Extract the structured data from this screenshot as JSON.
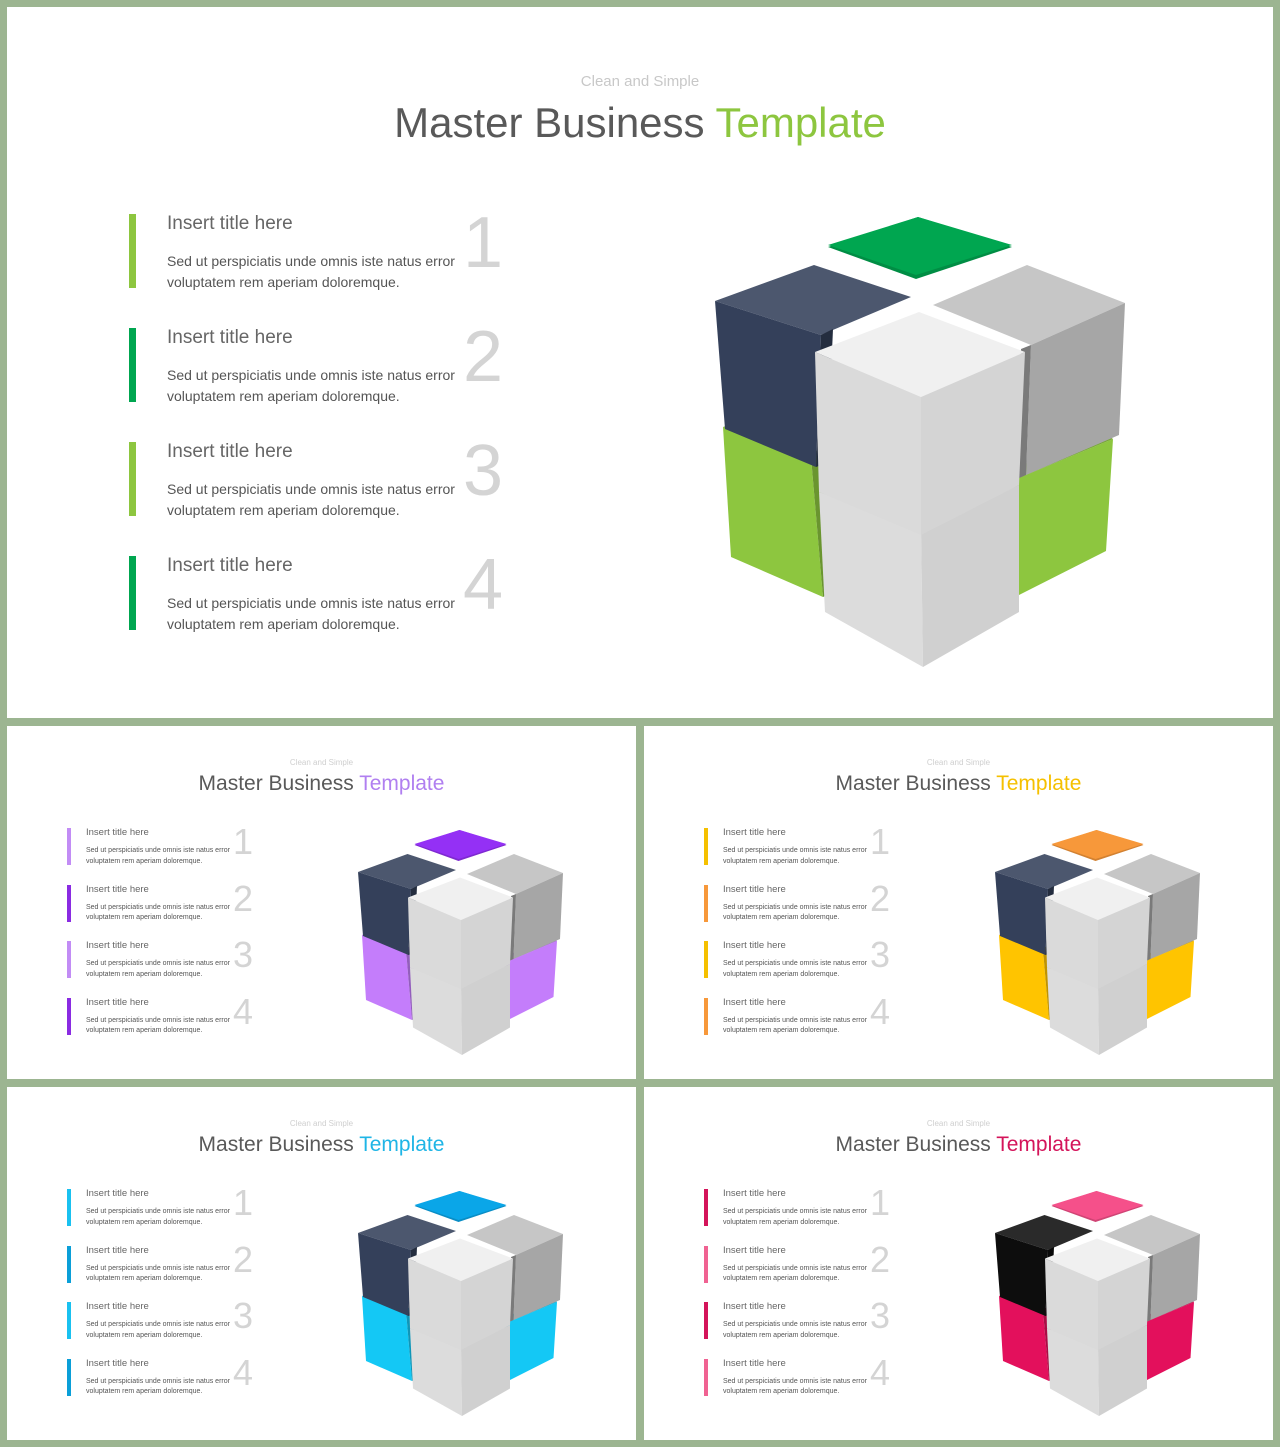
{
  "main": {
    "subtitle": "Clean and Simple",
    "title_a": "Master Business",
    "title_b": "Template",
    "accent": "#8dc63f",
    "items": [
      {
        "title": "Insert title here",
        "desc": "Sed ut perspiciatis unde omnis iste natus error voluptatem rem aperiam doloremque.",
        "num": "1",
        "color": "#8dc63f"
      },
      {
        "title": "Insert title here",
        "desc": "Sed ut perspiciatis unde omnis iste natus error voluptatem rem aperiam doloremque.",
        "num": "2",
        "color": "#00a650"
      },
      {
        "title": "Insert title here",
        "desc": "Sed ut perspiciatis unde omnis iste natus error voluptatem rem aperiam doloremque.",
        "num": "3",
        "color": "#8dc63f"
      },
      {
        "title": "Insert title here",
        "desc": "Sed ut perspiciatis unde omnis iste natus error voluptatem rem aperiam doloremque.",
        "num": "4",
        "color": "#00a650"
      }
    ],
    "cube_colors": {
      "top": "#00a650",
      "side": "#8dc63f",
      "dark": "#34405a"
    }
  },
  "slides": [
    {
      "subtitle": "Clean and Simple",
      "title_a": "Master Business",
      "title_b": "Template",
      "accent": "#b07ff0",
      "items": [
        {
          "title": "Insert title here",
          "desc": "Sed ut perspiciatis unde omnis iste natus error voluptatem rem aperiam doloremque.",
          "num": "1",
          "color": "#c28cf5"
        },
        {
          "title": "Insert title here",
          "desc": "Sed ut perspiciatis unde omnis iste natus error voluptatem rem aperiam doloremque.",
          "num": "2",
          "color": "#8a2be2"
        },
        {
          "title": "Insert title here",
          "desc": "Sed ut perspiciatis unde omnis iste natus error voluptatem rem aperiam doloremque.",
          "num": "3",
          "color": "#c28cf5"
        },
        {
          "title": "Insert title here",
          "desc": "Sed ut perspiciatis unde omnis iste natus error voluptatem rem aperiam doloremque.",
          "num": "4",
          "color": "#8a2be2"
        }
      ],
      "cube_colors": {
        "top": "#9430f5",
        "side": "#c47dfb",
        "dark": "#34405a"
      }
    },
    {
      "subtitle": "Clean and Simple",
      "title_a": "Master Business",
      "title_b": "Template",
      "accent": "#f5c000",
      "items": [
        {
          "title": "Insert title here",
          "desc": "Sed ut perspiciatis unde omnis iste natus error voluptatem rem aperiam doloremque.",
          "num": "1",
          "color": "#f5c000"
        },
        {
          "title": "Insert title here",
          "desc": "Sed ut perspiciatis unde omnis iste natus error voluptatem rem aperiam doloremque.",
          "num": "2",
          "color": "#f7983a"
        },
        {
          "title": "Insert title here",
          "desc": "Sed ut perspiciatis unde omnis iste natus error voluptatem rem aperiam doloremque.",
          "num": "3",
          "color": "#f5c000"
        },
        {
          "title": "Insert title here",
          "desc": "Sed ut perspiciatis unde omnis iste natus error voluptatem rem aperiam doloremque.",
          "num": "4",
          "color": "#f7983a"
        }
      ],
      "cube_colors": {
        "top": "#f7983a",
        "side": "#ffc400",
        "dark": "#34405a"
      }
    },
    {
      "subtitle": "Clean and Simple",
      "title_a": "Master Business",
      "title_b": "Template",
      "accent": "#1fb5e6",
      "items": [
        {
          "title": "Insert title here",
          "desc": "Sed ut perspiciatis unde omnis iste natus error voluptatem rem aperiam doloremque.",
          "num": "1",
          "color": "#19c1f0"
        },
        {
          "title": "Insert title here",
          "desc": "Sed ut perspiciatis unde omnis iste natus error voluptatem rem aperiam doloremque.",
          "num": "2",
          "color": "#0a9fd8"
        },
        {
          "title": "Insert title here",
          "desc": "Sed ut perspiciatis unde omnis iste natus error voluptatem rem aperiam doloremque.",
          "num": "3",
          "color": "#19c1f0"
        },
        {
          "title": "Insert title here",
          "desc": "Sed ut perspiciatis unde omnis iste natus error voluptatem rem aperiam doloremque.",
          "num": "4",
          "color": "#0a9fd8"
        }
      ],
      "cube_colors": {
        "top": "#0aa6e8",
        "side": "#14c8f5",
        "dark": "#34405a"
      }
    },
    {
      "subtitle": "Clean and Simple",
      "title_a": "Master Business",
      "title_b": "Template",
      "accent": "#d4145a",
      "items": [
        {
          "title": "Insert title here",
          "desc": "Sed ut perspiciatis unde omnis iste natus error voluptatem rem aperiam doloremque.",
          "num": "1",
          "color": "#d4145a"
        },
        {
          "title": "Insert title here",
          "desc": "Sed ut perspiciatis unde omnis iste natus error voluptatem rem aperiam doloremque.",
          "num": "2",
          "color": "#f06292"
        },
        {
          "title": "Insert title here",
          "desc": "Sed ut perspiciatis unde omnis iste natus error voluptatem rem aperiam doloremque.",
          "num": "3",
          "color": "#d4145a"
        },
        {
          "title": "Insert title here",
          "desc": "Sed ut perspiciatis unde omnis iste natus error voluptatem rem aperiam doloremque.",
          "num": "4",
          "color": "#f06292"
        }
      ],
      "cube_colors": {
        "top": "#f5508a",
        "side": "#e3105c",
        "dark": "#0d0d0d"
      }
    }
  ]
}
